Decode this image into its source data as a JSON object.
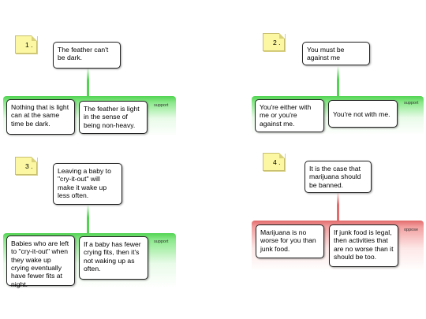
{
  "maps": [
    {
      "number": "1 .",
      "claim": "The feather can't be dark.",
      "relation": "support",
      "reasons": [
        "Nothing that is light can at the same time be dark.",
        "The feather is light in the sense of being non-heavy."
      ]
    },
    {
      "number": "2 .",
      "claim": "You must be against me",
      "relation": "support",
      "reasons": [
        "You're either with me or you're against me.",
        "You're not with me."
      ]
    },
    {
      "number": "3 .",
      "claim": "Leaving a baby to \"cry-it-out\" will make it wake up less often.",
      "relation": "support",
      "reasons": [
        "Babies who are left to \"cry-it-out\" when they wake up crying eventually have fewer fits at night.",
        "If a baby has fewer crying fits, then it's not waking up as often."
      ]
    },
    {
      "number": "4 .",
      "claim": "It is the case that marijuana should be banned.",
      "relation": "oppose",
      "reasons": [
        "Marijuana is no worse for you than junk food.",
        "If junk food is legal, then activities that are no worse than it should be too."
      ]
    }
  ],
  "colors": {
    "support": "#52d452",
    "oppose": "#e36a6a",
    "note": "#fbf7a2"
  }
}
